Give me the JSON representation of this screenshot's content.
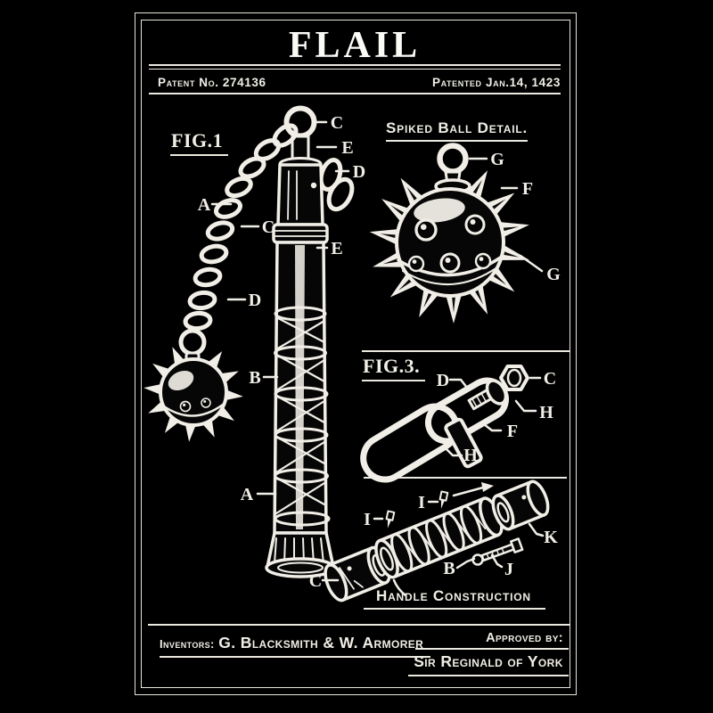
{
  "poster": {
    "title": "FLAIL",
    "patent_no": "Patent No. 274136",
    "patented_date": "Patented Jan.14, 1423",
    "inventors_label": "Inventors:",
    "inventors_names": "G. Blacksmith & W. Armorer",
    "approved_by_label": "Approved by:",
    "approver_name": "Sir Reginald of York"
  },
  "sections": {
    "fig1_label": "FIG.1",
    "spiked_ball_heading": "Spiked Ball Detail.",
    "fig3_label": "FIG.3.",
    "handle_heading": "Handle Construction"
  },
  "part_labels": {
    "fig1": [
      "C",
      "E",
      "D",
      "A",
      "C",
      "D",
      "E",
      "B",
      "A"
    ],
    "ball_detail": [
      "G",
      "F",
      "G"
    ],
    "fig3": [
      "D",
      "C",
      "H",
      "F",
      "H"
    ],
    "handle": [
      "I",
      "I",
      "K",
      "C",
      "B",
      "J"
    ]
  },
  "colors": {
    "background": "#000000",
    "ink": "#f0eee6"
  }
}
